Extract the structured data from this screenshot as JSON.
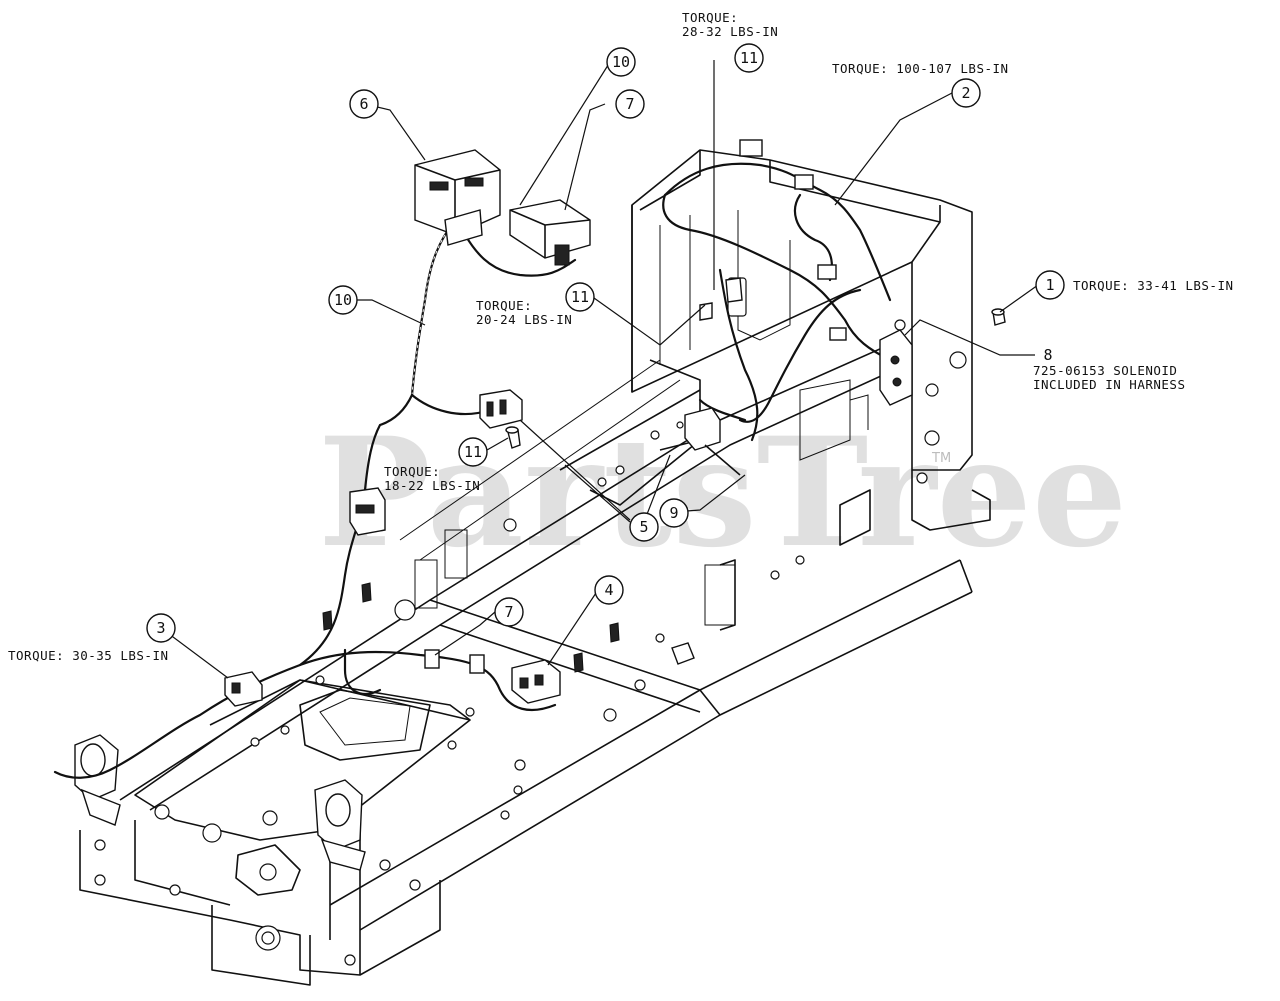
{
  "watermark": {
    "text": "PartsTree",
    "trademark": "TM"
  },
  "callouts": [
    {
      "id": "c1",
      "number": "1"
    },
    {
      "id": "c2",
      "number": "2"
    },
    {
      "id": "c3",
      "number": "3"
    },
    {
      "id": "c4",
      "number": "4"
    },
    {
      "id": "c5",
      "number": "5"
    },
    {
      "id": "c6",
      "number": "6"
    },
    {
      "id": "c7a",
      "number": "7"
    },
    {
      "id": "c7b",
      "number": "7"
    },
    {
      "id": "c8",
      "number": "8"
    },
    {
      "id": "c9",
      "number": "9"
    },
    {
      "id": "c10a",
      "number": "10"
    },
    {
      "id": "c10b",
      "number": "10"
    },
    {
      "id": "c11a",
      "number": "11"
    },
    {
      "id": "c11b",
      "number": "11"
    },
    {
      "id": "c11c",
      "number": "11"
    }
  ],
  "annotations": {
    "torque_11_top": [
      "TORQUE:",
      "28-32 LBS-IN"
    ],
    "torque_2": "TORQUE: 100-107 LBS-IN",
    "torque_1": "TORQUE: 33-41 LBS-IN",
    "part_8": [
      "725-06153 SOLENOID",
      "INCLUDED IN HARNESS"
    ],
    "torque_11_mid": [
      "TORQUE:",
      "20-24 LBS-IN"
    ],
    "torque_5": [
      "TORQUE:",
      "18-22 LBS-IN"
    ],
    "torque_3": "TORQUE: 30-35 LBS-IN"
  }
}
